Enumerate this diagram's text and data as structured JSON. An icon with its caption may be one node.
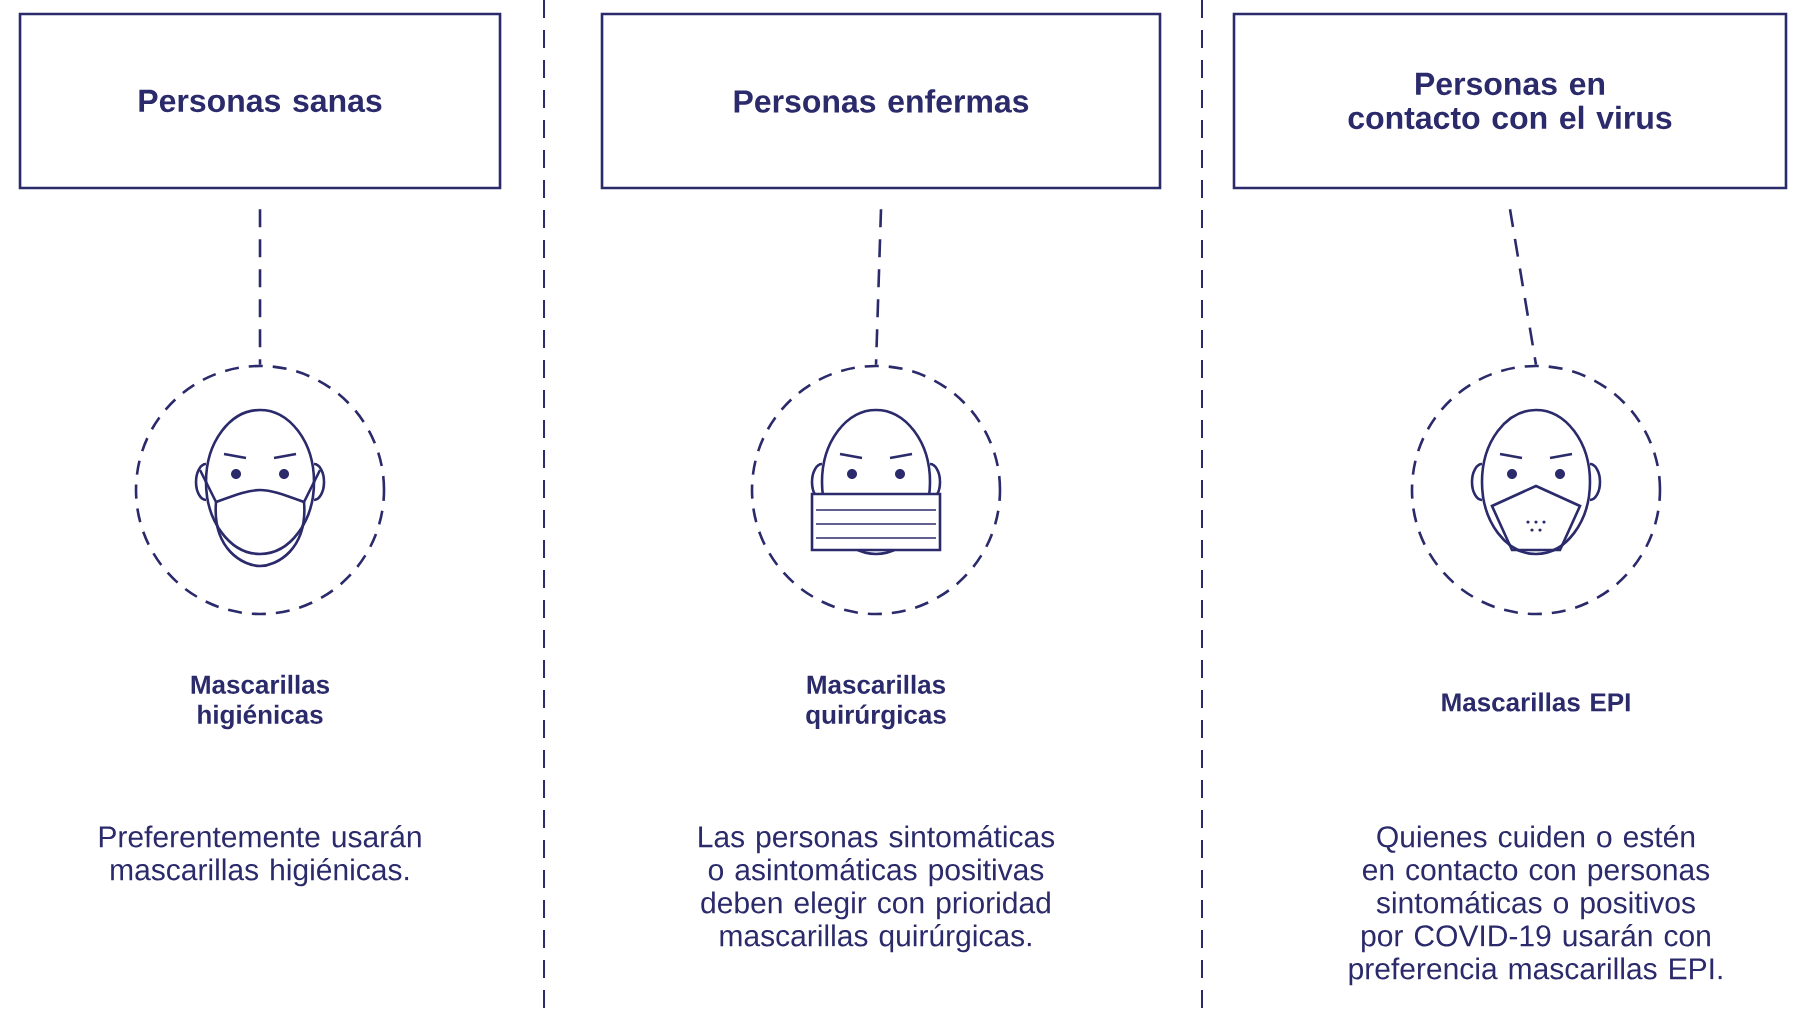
{
  "diagram": {
    "nodes": [
      {
        "text": [
          "Personas sanas"
        ]
      },
      {
        "text": [],
        "shape": "circle",
        "beside": [
          "Mascarillas higiénicas"
        ]
      },
      {
        "text": [
          "Personas enfermas"
        ]
      },
      {
        "text": [],
        "shape": "circle",
        "beside": [
          "Mascarillas quirúrgicas"
        ]
      },
      {
        "text": [
          "Personas en contacto con el virus"
        ]
      },
      {
        "text": [],
        "shape": "circle",
        "beside": [
          "Mascarillas EPI"
        ]
      }
    ],
    "edges": [
      {
        "from": 0,
        "to": 1,
        "arrow": "none",
        "style": "dashed"
      },
      {
        "from": 2,
        "to": 3,
        "arrow": "none",
        "style": "dashed"
      },
      {
        "from": 4,
        "to": 5,
        "arrow": "none",
        "style": "dashed"
      }
    ],
    "labels": [
      "Preferentemente usarán mascarillas higiénicas.",
      "Las personas sintomáticas o asintomáticas positivas deben elegir con prioridad mascarillas quirúrgicas.",
      "Quienes cuiden o estén en contacto con personas sintomáticas o positivos por COVID-19 usarán con preferencia mascarillas EPI."
    ]
  }
}
